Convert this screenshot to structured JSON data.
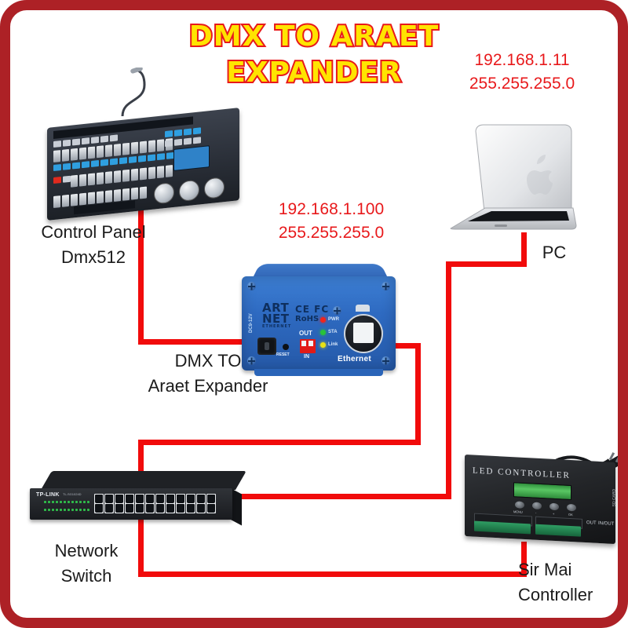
{
  "diagram": {
    "title_line1": "DMX TO ARAET",
    "title_line2": "EXPANDER",
    "frame_color": "#ad2126",
    "cable_color": "#f10b0b",
    "title_fill": "#ffe400",
    "title_stroke": "#e8191b"
  },
  "labels": {
    "pc_ip": "192.168.1.11",
    "pc_mask": "255.255.255.0",
    "device_ip": "192.168.1.100",
    "device_mask": "255.255.255.0",
    "control_panel_l1": "Control Panel",
    "control_panel_l2": "Dmx512",
    "expander_l1": "DMX TO",
    "expander_l2": "Araet Expander",
    "pc": "PC",
    "switch_l1": "Network",
    "switch_l2": "Switch",
    "controller_l1": "Sir Mai",
    "controller_l2": "Controller"
  },
  "device": {
    "brand_l1": "ART",
    "brand_l2": "NET",
    "brand_l3": "ETHERNET",
    "marks_l1": "CE FC",
    "marks_l2": "RoHS",
    "power_label": "DC9-12V",
    "reset_label": "RESET",
    "dip_out": "OUT",
    "dip_in": "IN",
    "led_pwr": "PWR",
    "led_sta": "STA",
    "led_link": "Link",
    "port_label": "Ethernet"
  },
  "switch": {
    "brand": "TP-LINK",
    "model": "TL-SG1024D"
  },
  "controller": {
    "title": "LED  CONTROLLER",
    "btn_menu": "MENU",
    "btn_minus": "-",
    "btn_plus": "+",
    "btn_ok": "OK",
    "sd_label": "SD CARD",
    "arrow_out": "OUT",
    "arrow_in": "IN/OUT"
  }
}
